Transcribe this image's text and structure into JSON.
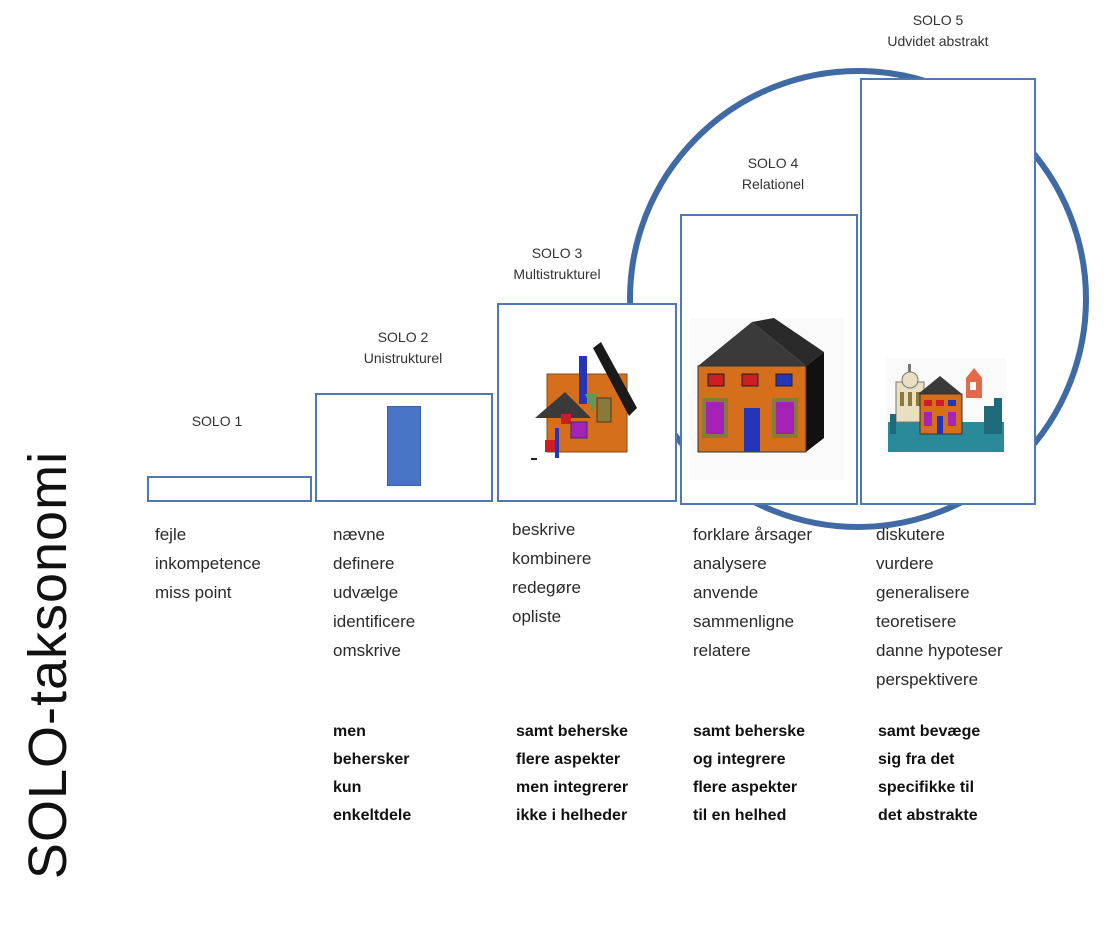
{
  "side_title": "SOLO-taksonomi",
  "colors": {
    "accent": "#4d78b2",
    "circle": "#3f6aa3",
    "bar": "#4a74c6",
    "house_orange": "#d56f1c",
    "house_roof": "#3a3a3a",
    "house_window_red": "#cc1f25",
    "house_window_blue": "#2535b8",
    "house_window_purple": "#a423b6"
  },
  "levels": [
    {
      "label": "SOLO 1",
      "subtitle": "",
      "verbs": [
        "fejle",
        "inkompetence",
        "miss point"
      ],
      "summary": []
    },
    {
      "label": "SOLO 2",
      "subtitle": "Unistrukturel",
      "verbs": [
        "nævne",
        "definere",
        "udvælge",
        "identificere",
        "omskrive"
      ],
      "summary": [
        "men",
        "behersker",
        "kun",
        "enkeltdele"
      ]
    },
    {
      "label": "SOLO 3",
      "subtitle": "Multistrukturel",
      "verbs": [
        "beskrive",
        "kombinere",
        "redegøre",
        "opliste"
      ],
      "summary": [
        "samt beherske",
        "flere aspekter",
        "men integrerer",
        "ikke i helheder"
      ]
    },
    {
      "label": "SOLO 4",
      "subtitle": "Relationel",
      "verbs": [
        "forklare årsager",
        "analysere",
        "anvende",
        "sammenligne",
        "relatere"
      ],
      "summary": [
        "samt beherske",
        "og integrere",
        "flere aspekter",
        "til en helhed"
      ]
    },
    {
      "label": "SOLO 5",
      "subtitle": "Udvidet abstrakt",
      "verbs": [
        "diskutere",
        "vurdere",
        "generalisere",
        "teoretisere",
        "danne hypoteser",
        "perspektivere"
      ],
      "summary": [
        "samt bevæge",
        "sig fra det",
        "specifikke til",
        "det abstrakte"
      ]
    }
  ],
  "icons": {
    "solo2": "single-bar-icon",
    "solo3": "scattered-house-parts-icon",
    "solo4": "complete-house-icon",
    "solo5": "city-scene-icon"
  }
}
